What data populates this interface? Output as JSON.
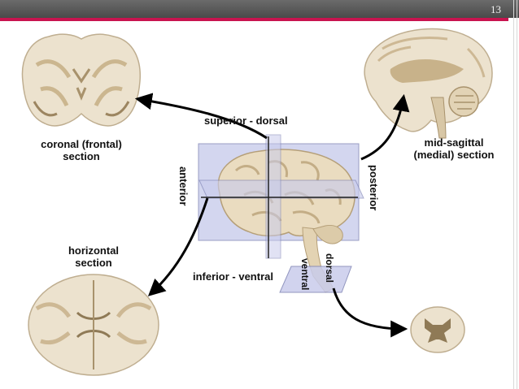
{
  "slide_number": "13",
  "labels": {
    "superior": "superior - dorsal",
    "inferior": "inferior - ventral",
    "anterior": "anterior",
    "posterior": "posterior",
    "coronal_line1": "coronal (frontal)",
    "coronal_line2": "section",
    "sagittal_line1": "mid-sagittal",
    "sagittal_line2": "(medial) section",
    "horizontal_line1": "horizontal",
    "horizontal_line2": "section",
    "cord_dorsal": "dorsal",
    "cord_ventral": "ventral"
  },
  "colors": {
    "header": "#575757",
    "accent": "#c8134f",
    "brain_tissue": "#e9dcc4",
    "brain_shade": "#cdb894",
    "plane": "#c9ccec",
    "arrow": "#000000"
  }
}
